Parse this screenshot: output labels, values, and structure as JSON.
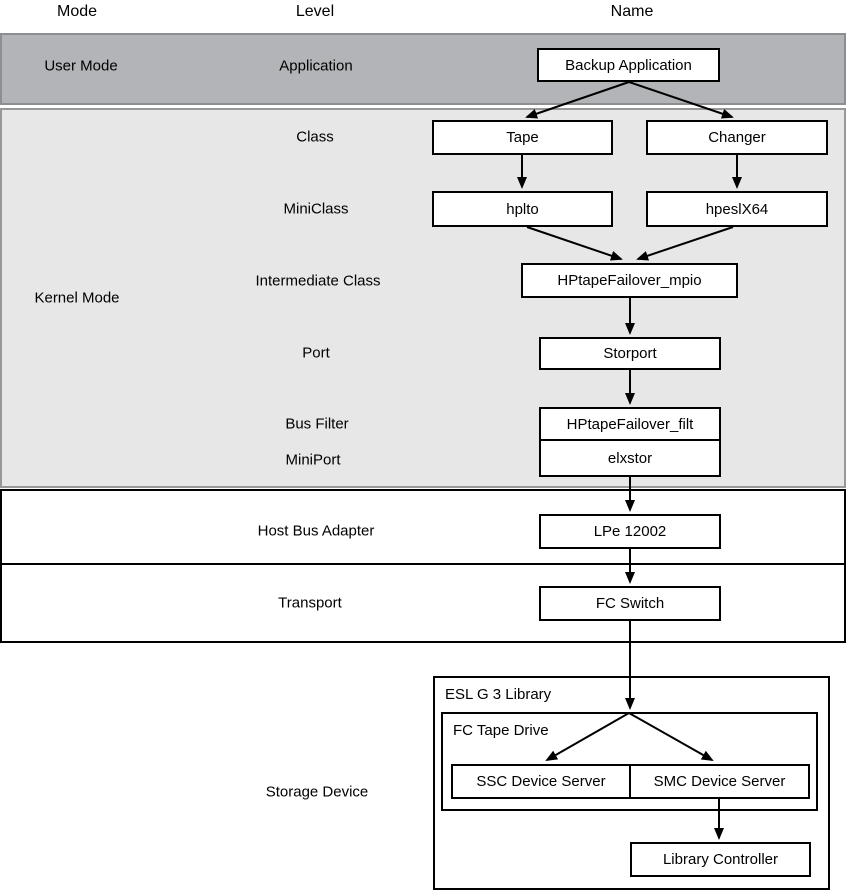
{
  "headers": {
    "mode": "Mode",
    "level": "Level",
    "name": "Name"
  },
  "modes": {
    "user": "User Mode",
    "kernel": "Kernel Mode"
  },
  "levels": {
    "application": "Application",
    "class": "Class",
    "miniclass": "MiniClass",
    "intermediate_class": "Intermediate Class",
    "port": "Port",
    "bus_filter": "Bus Filter",
    "miniport": "MiniPort",
    "host_bus_adapter": "Host Bus Adapter",
    "transport": "Transport",
    "storage_device": "Storage Device"
  },
  "nodes": {
    "backup_application": "Backup Application",
    "tape": "Tape",
    "changer": "Changer",
    "hplto": "hplto",
    "hpeslx64": "hpeslX64",
    "intermediate_driver": "HPtapeFailover_mpio",
    "port_driver": "Storport",
    "bus_filter_driver": "HPtapeFailover_filt",
    "miniport_driver": "elxstor",
    "hba_device": "LPe 12002",
    "transport_device": "FC Switch",
    "library": "ESL G 3 Library",
    "tape_drive": "FC Tape Drive",
    "ssc_server": "SSC Device Server",
    "smc_server": "SMC Device Server",
    "library_controller": "Library Controller"
  },
  "colors": {
    "user_band_fill": "#b2b4b7",
    "user_band_border": "#8c8e91",
    "kernel_band_fill": "#e7e7e8",
    "kernel_band_border": "#98989b",
    "box_fill": "#ffffff",
    "box_border": "#000000",
    "arrow": "#000000"
  }
}
